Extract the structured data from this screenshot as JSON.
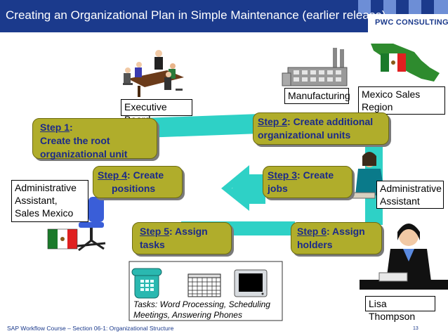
{
  "header": {
    "title": "Creating an Organizational Plan in Simple Maintenance (earlier release)",
    "brand": "PWC CONSULTING",
    "bg_color": "#1b3a8c"
  },
  "labels": {
    "executive_board": "Executive Board",
    "manufacturing": "Manufacturing",
    "mexico_sales_line1": "Mexico Sales",
    "mexico_sales_line2": "Region",
    "admin_asst_left_1": "Administrative",
    "admin_asst_left_2": "Assistant,",
    "admin_asst_left_3": "Sales Mexico",
    "admin_asst_right_1": "Administrative",
    "admin_asst_right_2": "Assistant",
    "lisa": "Lisa Thompson"
  },
  "steps": {
    "s1": {
      "head": "Step 1",
      "l1": "Create the root",
      "l2": "organizational unit"
    },
    "s2": {
      "head": "Step 2",
      "l1": ": Create additional",
      "l2": "organizational units"
    },
    "s3": {
      "head": "Step 3",
      "l1": ": Create",
      "l2": "jobs"
    },
    "s4": {
      "head": "Step 4",
      "l1": ": Create",
      "l2": "positions"
    },
    "s5": {
      "head": "Step 5",
      "l1": ": Assign",
      "l2": "tasks"
    },
    "s6": {
      "head": "Step 6",
      "l1": ": Assign",
      "l2": "holders"
    }
  },
  "tasks": {
    "line1": "Tasks:  Word Processing, Scheduling",
    "line2": "Meetings, Answering Phones"
  },
  "footer": {
    "text": "SAP Workflow Course – Section 06-1: Organizational Structure",
    "page": "13"
  },
  "colors": {
    "step_fill": "#b0ad2b",
    "step_text": "#1b2a8a",
    "arrow": "#2ed1c6"
  }
}
